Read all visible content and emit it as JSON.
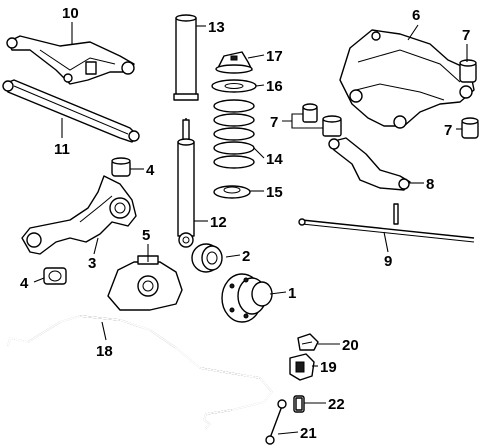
{
  "callouts": {
    "c1": "1",
    "c2": "2",
    "c3": "3",
    "c4a": "4",
    "c4b": "4",
    "c5": "5",
    "c6": "6",
    "c7a": "7",
    "c7b": "7",
    "c7c": "7",
    "c8": "8",
    "c9": "9",
    "c10": "10",
    "c11": "11",
    "c12": "12",
    "c13": "13",
    "c14": "14",
    "c15": "15",
    "c16": "16",
    "c17": "17",
    "c18": "18",
    "c19": "19",
    "c20": "20",
    "c21": "21",
    "c22": "22"
  }
}
